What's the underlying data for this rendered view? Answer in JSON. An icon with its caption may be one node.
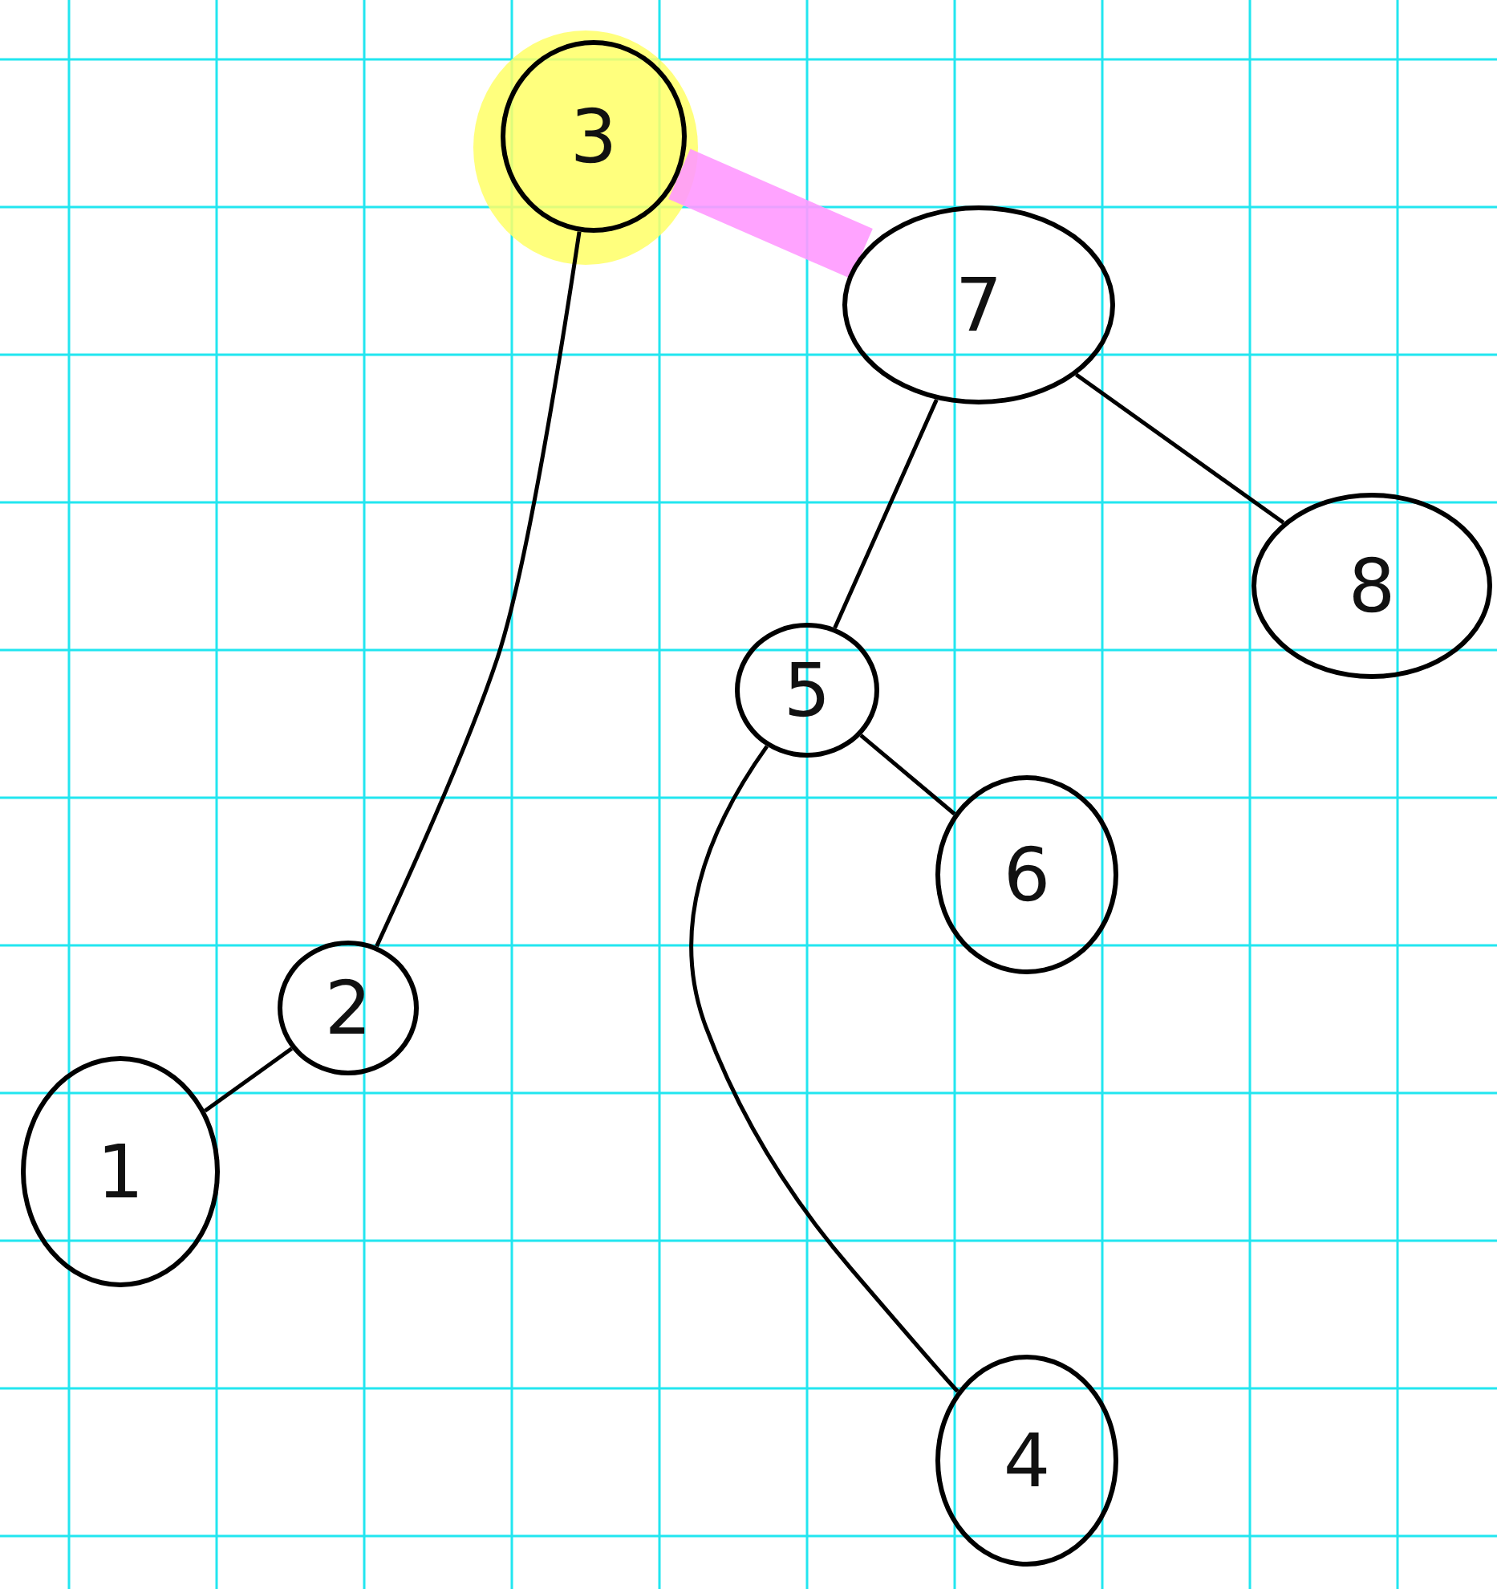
{
  "diagram": {
    "nodes": [
      {
        "text": [
          "3"
        ]
      },
      {
        "text": [
          "7"
        ]
      },
      {
        "text": [
          "8"
        ]
      },
      {
        "text": [
          "5"
        ]
      },
      {
        "text": [
          "6"
        ]
      },
      {
        "text": [
          "2"
        ]
      },
      {
        "text": [
          "1"
        ]
      },
      {
        "text": [
          "4"
        ]
      }
    ],
    "edges": [
      {
        "from": 0,
        "to": 1,
        "arrow": "none",
        "style": "thick",
        "color": "#ff99ff"
      },
      {
        "from": 0,
        "to": 5,
        "arrow": "none"
      },
      {
        "from": 1,
        "to": 2,
        "arrow": "none"
      },
      {
        "from": 1,
        "to": 3,
        "arrow": "none"
      },
      {
        "from": 3,
        "to": 4,
        "arrow": "none"
      },
      {
        "from": 3,
        "to": 7,
        "arrow": "none"
      },
      {
        "from": 5,
        "to": 6,
        "arrow": "none"
      }
    ]
  }
}
